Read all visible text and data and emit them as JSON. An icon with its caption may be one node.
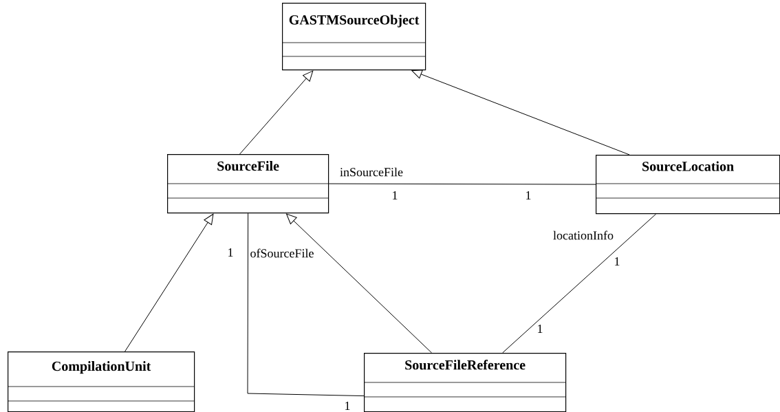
{
  "diagram": {
    "nodes": [
      {
        "text": [
          "GASTMSourceObject"
        ]
      },
      {
        "text": [
          "SourceFile"
        ]
      },
      {
        "text": [
          "SourceLocation"
        ]
      },
      {
        "text": [
          "CompilationUnit"
        ]
      },
      {
        "text": [
          "SourceFileReference"
        ]
      }
    ],
    "edges": [
      {
        "from": 1,
        "to": 0,
        "arrow": "to"
      },
      {
        "from": 2,
        "to": 0,
        "arrow": "to"
      },
      {
        "from": 3,
        "to": 1,
        "arrow": "to"
      },
      {
        "from": 4,
        "to": 1,
        "arrow": "to"
      },
      {
        "from": 1,
        "to": 2,
        "arrow": "none",
        "label": "inSourceFile"
      },
      {
        "from": 1,
        "to": 4,
        "arrow": "none",
        "label": "ofSourceFile"
      },
      {
        "from": 2,
        "to": 4,
        "arrow": "none",
        "label": "locationInfo"
      }
    ],
    "labels": [
      "1",
      "1",
      "1",
      "1",
      "1",
      "1"
    ]
  }
}
